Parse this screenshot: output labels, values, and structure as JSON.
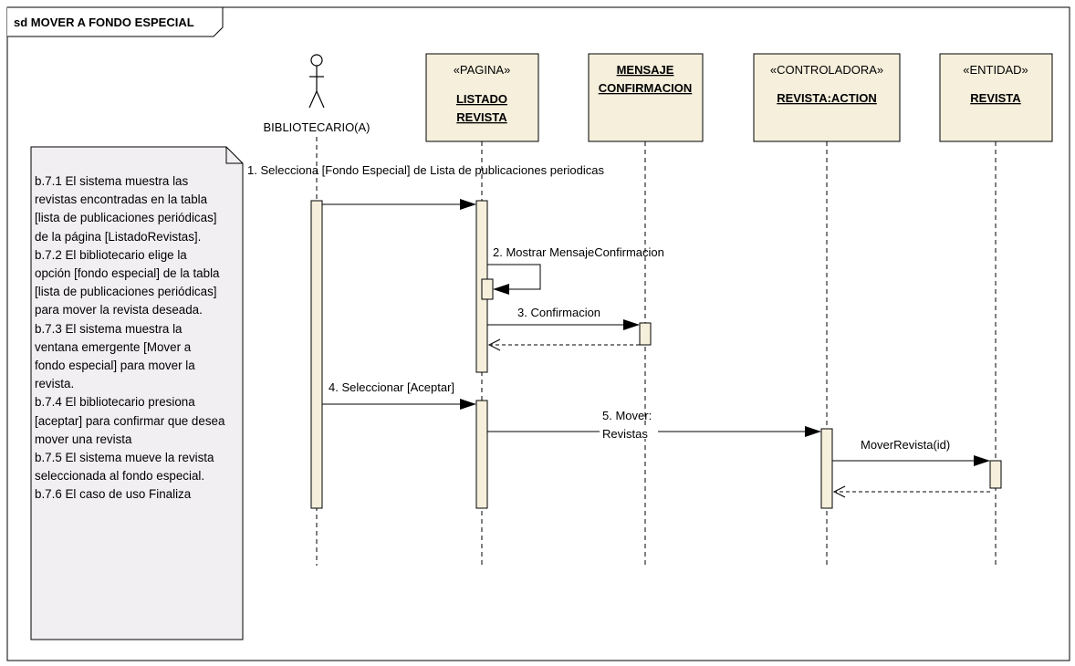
{
  "frame_title": "sd MOVER A FONDO ESPECIAL",
  "actor": {
    "name": "BIBLIOTECARIO(A)"
  },
  "lifelines": [
    {
      "stereotype": "«PAGINA»",
      "name_lines": [
        "LISTADO",
        "REVISTA"
      ]
    },
    {
      "stereotype": "",
      "name_lines": [
        "MENSAJE",
        "CONFIRMACION"
      ]
    },
    {
      "stereotype": "«CONTROLADORA»",
      "name_lines": [
        "REVISTA:ACTION"
      ]
    },
    {
      "stereotype": "«ENTIDAD»",
      "name_lines": [
        "REVISTA"
      ]
    }
  ],
  "messages": {
    "m1": "1. Selecciona [Fondo Especial] de Lista de publicaciones periodicas",
    "m2": "2. Mostrar MensajeConfirmacion",
    "m3": "3. Confirmacion",
    "m4": "4. Seleccionar [Aceptar]",
    "m5_line1": "5. Mover:",
    "m5_line2": "Revistas",
    "m6": "MoverRevista(id)"
  },
  "note_lines": [
    "b.7.1 El sistema muestra las",
    "revistas encontradas en la tabla",
    "[lista de publicaciones periódicas]",
    "de la página  [ListadoRevistas].",
    "b.7.2 El bibliotecario elige la",
    "opción [fondo especial] de la tabla",
    "[lista de publicaciones periódicas]",
    "para  mover la revista deseada.",
    "b.7.3 El sistema muestra la",
    "ventana emergente [Mover a",
    "fondo especial] para mover la",
    "revista.",
    "b.7.4 El bibliotecario presiona",
    "[aceptar] para confirmar que desea",
    "mover una revista",
    "b.7.5 El sistema mueve la revista",
    "seleccionada  al fondo especial.",
    "b.7.6 El caso de uso Finaliza"
  ],
  "colors": {
    "box_fill": "#f5efdc",
    "activation_fill": "#f5efdc",
    "note_fill": "#f2eff2",
    "stroke": "#000000"
  }
}
